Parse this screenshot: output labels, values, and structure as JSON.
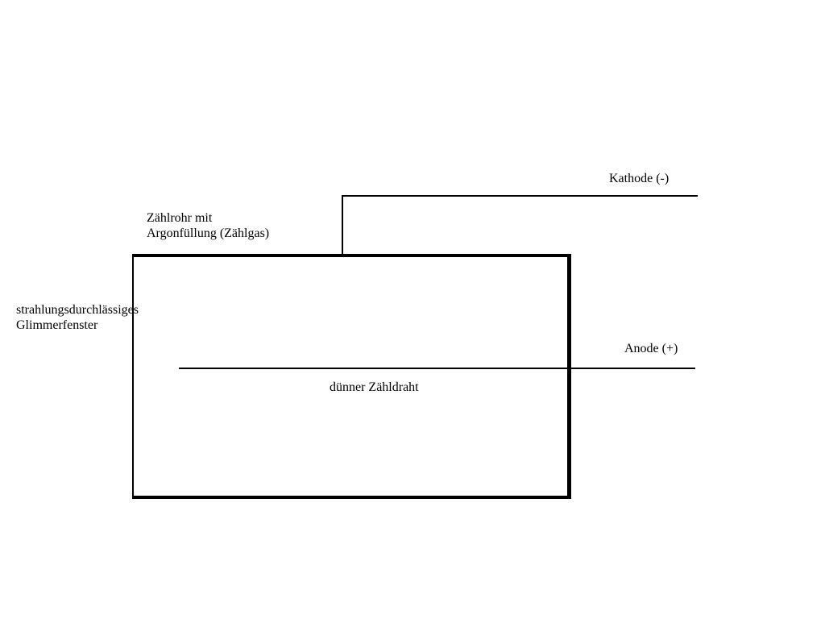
{
  "diagram": {
    "background_color": "#ffffff",
    "line_color": "#000000",
    "labels": {
      "cathode": "Kathode (-)",
      "tube": "Zählrohr mit\nArgonfüllung (Zählgas)",
      "window": "strahlungsdurchlässiges\nGlimmerfenster",
      "anode": "Anode (+)",
      "wire": "dünner Zähldraht"
    },
    "shapes": {
      "tube_rectangle": "counter tube body (thick outline, open thin left wall = mica window)",
      "cathode_lead": "line from tube top wall up and right to cathode terminal",
      "anode_wire": "thin horizontal wire through tube centre exiting right wall"
    }
  }
}
